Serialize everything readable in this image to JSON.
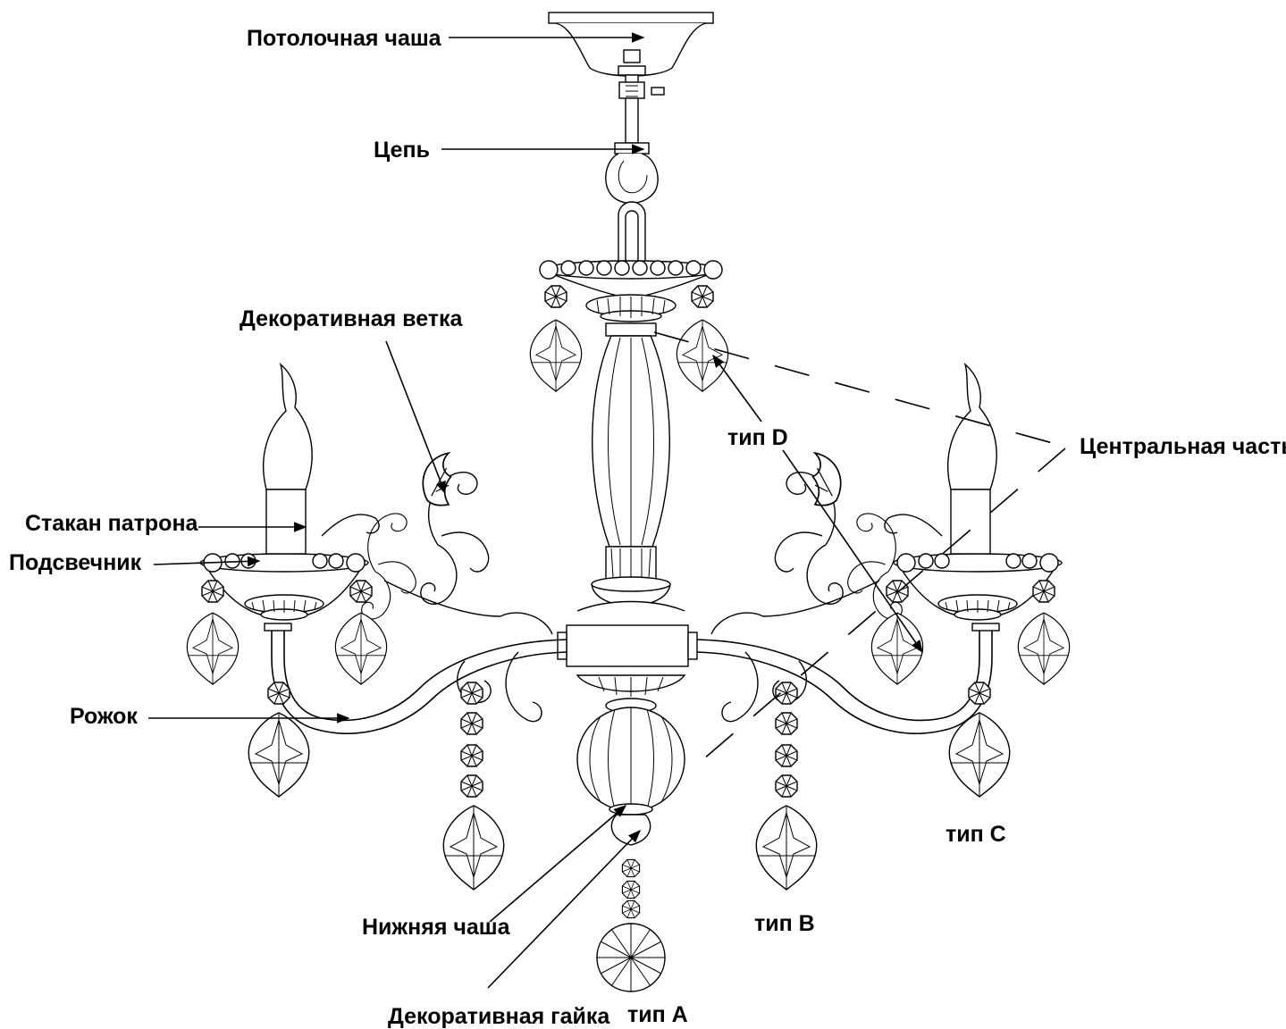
{
  "labels": {
    "ceiling_cup": "Потолочная чаша",
    "chain": "Цепь",
    "decorative_branch": "Декоративная ветка",
    "central_part": "Центральная часть",
    "socket_cup": "Стакан патрона",
    "candle_holder": "Подсвечник",
    "arm": "Рожок",
    "lower_bowl": "Нижняя чаша",
    "decorative_nut": "Декоративная гайка"
  },
  "types": {
    "a": "тип A",
    "b": "тип B",
    "c": "тип C",
    "d": "тип D"
  }
}
